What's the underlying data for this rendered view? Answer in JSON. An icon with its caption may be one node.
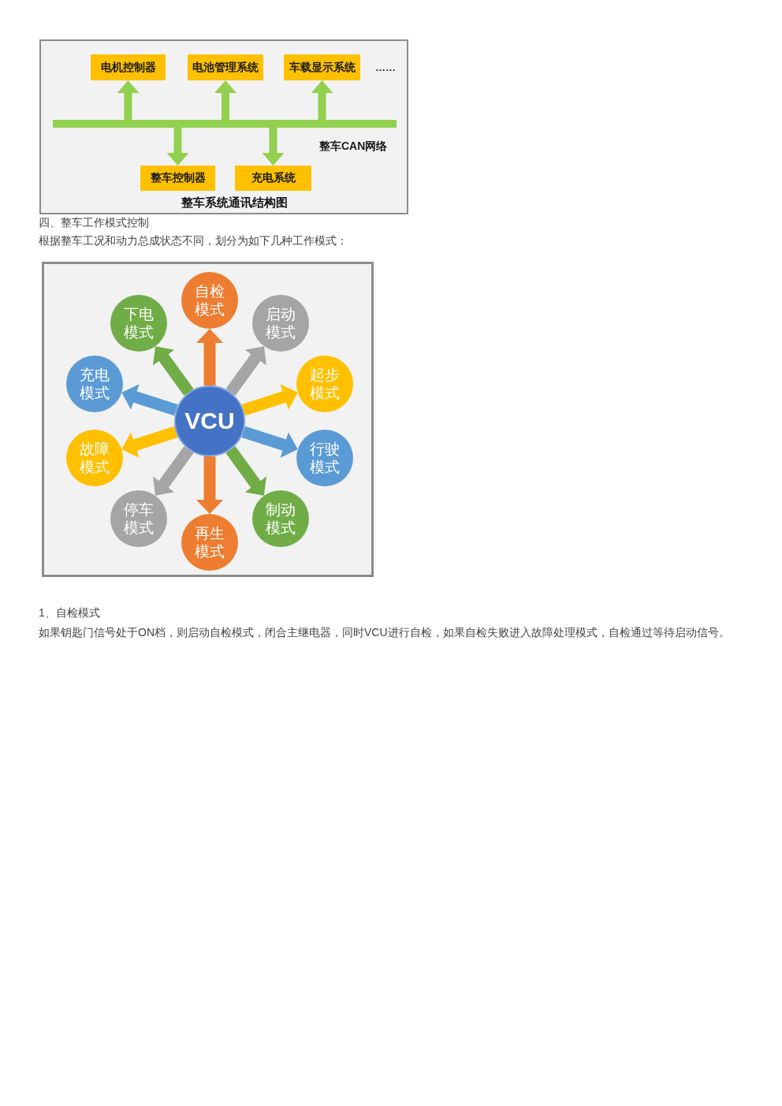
{
  "diagram": {
    "nodes": [
      {
        "text": [
          "电机控制器"
        ]
      },
      {
        "text": [
          "电池管理系统"
        ]
      },
      {
        "text": [
          "车载显示系统"
        ]
      },
      {
        "text": [],
        "shape": "bar",
        "beside": [
          "整车CAN网络"
        ]
      },
      {
        "text": [
          "整车控制器"
        ]
      },
      {
        "text": [
          "充电系统"
        ]
      },
      {
        "text": [
          "自检模式"
        ]
      },
      {
        "text": [
          "下电模式"
        ]
      },
      {
        "text": [
          "启动模式"
        ]
      },
      {
        "text": [
          "充电模式"
        ]
      },
      {
        "text": [
          "起步模式"
        ]
      },
      {
        "text": [
          "VCU"
        ]
      },
      {
        "text": [
          "故障模式"
        ]
      },
      {
        "text": [
          "行驶模式"
        ]
      },
      {
        "text": [
          "停车模式"
        ]
      },
      {
        "text": [
          "制动模式"
        ]
      },
      {
        "text": [
          "再生模式"
        ]
      }
    ],
    "edges": [
      {
        "from": 3,
        "to": 0,
        "arrow": "to"
      },
      {
        "from": 3,
        "to": 1,
        "arrow": "to"
      },
      {
        "from": 3,
        "to": 2,
        "arrow": "to"
      },
      {
        "from": 3,
        "to": 4,
        "arrow": "to"
      },
      {
        "from": 3,
        "to": 5,
        "arrow": "to"
      },
      {
        "from": 11,
        "to": 6,
        "arrow": "to",
        "color": "#ed7d31"
      },
      {
        "from": 11,
        "to": 8,
        "arrow": "to",
        "color": "#a5a5a5"
      },
      {
        "from": 11,
        "to": 10,
        "arrow": "to",
        "color": "#ffc000"
      },
      {
        "from": 11,
        "to": 13,
        "arrow": "to",
        "color": "#5b9bd5"
      },
      {
        "from": 11,
        "to": 15,
        "arrow": "to",
        "color": "#70ad47"
      },
      {
        "from": 11,
        "to": 16,
        "arrow": "to",
        "color": "#ed7d31"
      },
      {
        "from": 11,
        "to": 14,
        "arrow": "to",
        "color": "#a5a5a5"
      },
      {
        "from": 11,
        "to": 12,
        "arrow": "to",
        "color": "#ffc000"
      },
      {
        "from": 11,
        "to": 9,
        "arrow": "to",
        "color": "#5b9bd5"
      },
      {
        "from": 11,
        "to": 7,
        "arrow": "to",
        "color": "#70ad47"
      }
    ],
    "labels": [
      "……",
      "整车系统通讯结构图",
      "四、整车工作模式控制",
      "根据整车工况和动力总成状态不同，划分为如下几种工作模式：",
      "1、自检模式",
      "如果钥匙门信号处于ON档，则启动自检模式，闭合主继电器，同时VCU进行自检，如果自检失败进入故障处理模式，自检通过等待启动信号。"
    ]
  }
}
